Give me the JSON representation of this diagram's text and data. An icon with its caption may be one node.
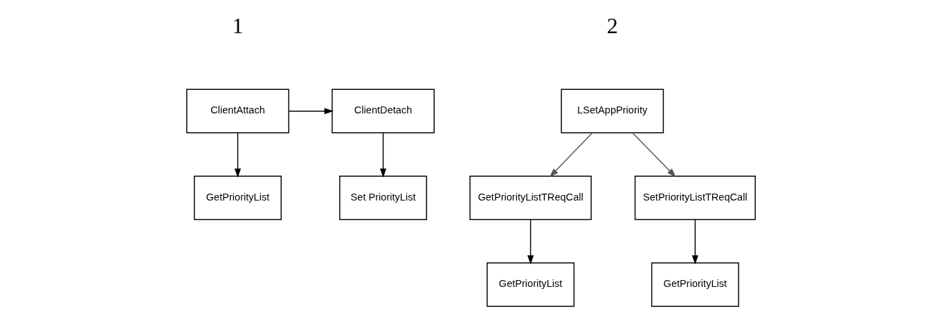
{
  "diagram": {
    "nodes": [
      {
        "text": [
          "ClientAttach"
        ]
      },
      {
        "text": [
          "ClientDetach"
        ]
      },
      {
        "text": [
          "GetPriorityList"
        ]
      },
      {
        "text": [
          "Set PriorityList"
        ]
      },
      {
        "text": [
          "LSetAppPriority"
        ]
      },
      {
        "text": [
          "GetPriorityListTReqCall"
        ]
      },
      {
        "text": [
          "SetPriorityListTReqCall"
        ]
      },
      {
        "text": [
          "GetPriorityList"
        ]
      },
      {
        "text": [
          "GetPriorityList"
        ]
      }
    ],
    "edges": [
      {
        "from": 0,
        "to": 1,
        "arrow": "to"
      },
      {
        "from": 0,
        "to": 2,
        "arrow": "to"
      },
      {
        "from": 1,
        "to": 3,
        "arrow": "to"
      },
      {
        "from": 4,
        "to": 5,
        "arrow": "to",
        "color": "#555555"
      },
      {
        "from": 4,
        "to": 6,
        "arrow": "to",
        "color": "#555555"
      },
      {
        "from": 5,
        "to": 7,
        "arrow": "to"
      },
      {
        "from": 6,
        "to": 8,
        "arrow": "to"
      }
    ],
    "labels": [
      "1",
      "2"
    ]
  }
}
